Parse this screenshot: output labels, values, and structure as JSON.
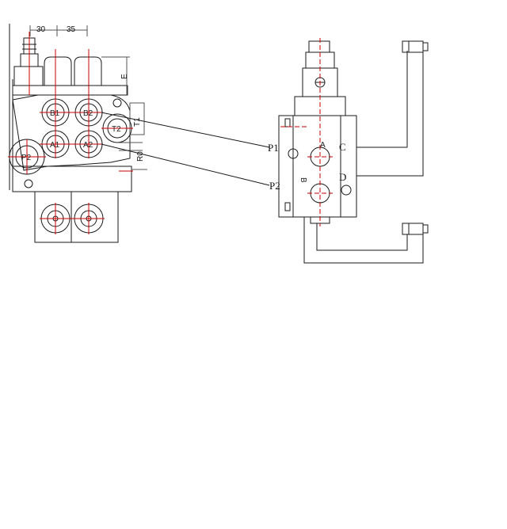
{
  "dimensions": {
    "d1": "30",
    "d2": "35",
    "d3": "E",
    "d4": "T1",
    "d5": "R0"
  },
  "ports": {
    "b1": "B1",
    "b2": "B2",
    "a1": "A1",
    "a2": "A2",
    "t2": "T2",
    "p2": "P2"
  },
  "side_labels": {
    "p1": "P1",
    "p2": "P2",
    "c": "C",
    "d": "D",
    "a": "A",
    "b": "B"
  },
  "colors": {
    "line": "#1a1a1a",
    "center": "#cc0000",
    "dim": "#555555"
  }
}
